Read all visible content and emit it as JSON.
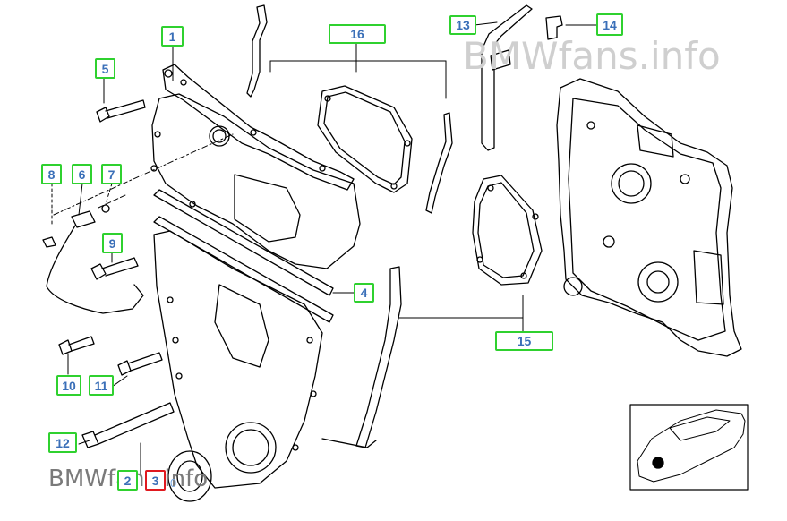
{
  "watermark_top": "BMWfans.info",
  "watermark_bottom": "BMWfans.info",
  "callouts": [
    "1",
    "2",
    "3",
    "4",
    "5",
    "6",
    "7",
    "8",
    "9",
    "10",
    "11",
    "12",
    "13",
    "14",
    "15",
    "16"
  ],
  "hover_label": "0",
  "colors": {
    "callout_border": "#2fd12f",
    "callout_selected": "#e0191f",
    "callout_text": "#3a6fb8",
    "line": "#000000"
  },
  "selected_callout": "3"
}
